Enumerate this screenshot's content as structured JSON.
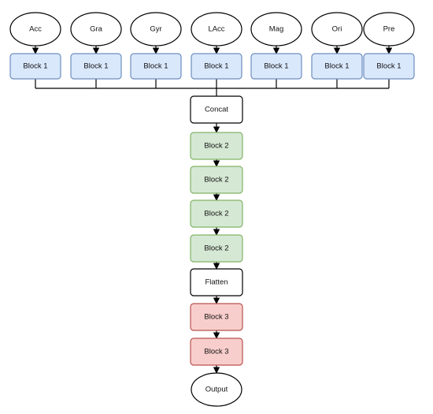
{
  "inputs": [
    "Acc",
    "Gra",
    "Gyr",
    "LAcc",
    "Mag",
    "Ori",
    "Pre"
  ],
  "input_block_label": "Block 1",
  "stack": [
    {
      "label": "Concat",
      "kind": "plain"
    },
    {
      "label": "Block 2",
      "kind": "green"
    },
    {
      "label": "Block 2",
      "kind": "green"
    },
    {
      "label": "Block 2",
      "kind": "green"
    },
    {
      "label": "Block 2",
      "kind": "green"
    },
    {
      "label": "Flatten",
      "kind": "plain"
    },
    {
      "label": "Block 3",
      "kind": "red"
    },
    {
      "label": "Block 3",
      "kind": "red"
    }
  ],
  "output_label": "Output",
  "colors": {
    "stroke": "#000000",
    "plain_fill": "#ffffff",
    "blue_fill": "#dae8fc",
    "blue_stroke": "#6c8ebf",
    "green_fill": "#d5e8d4",
    "green_stroke": "#82b366",
    "red_fill": "#f8cecc",
    "red_stroke": "#b85450"
  }
}
